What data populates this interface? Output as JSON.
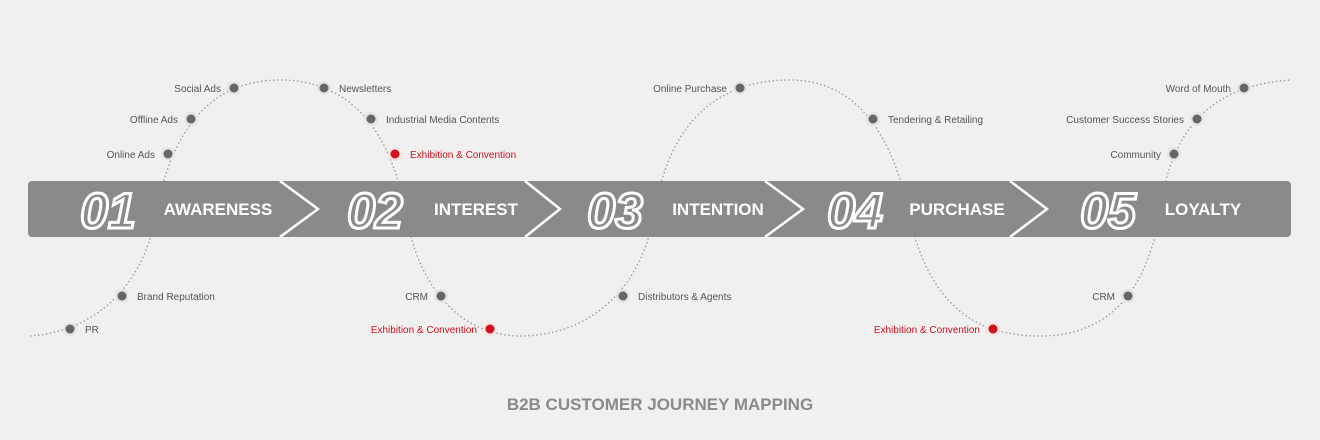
{
  "title": "B2B CUSTOMER JOURNEY MAPPING",
  "colors": {
    "banner": "#8a8a8a",
    "dot": "#666666",
    "highlight": "#d0111b",
    "background": "#f0f0f0"
  },
  "stages": [
    {
      "number": "01",
      "label": "AWARENESS"
    },
    {
      "number": "02",
      "label": "INTEREST"
    },
    {
      "number": "03",
      "label": "INTENTION"
    },
    {
      "number": "04",
      "label": "PURCHASE"
    },
    {
      "number": "05",
      "label": "LOYALTY"
    }
  ],
  "touchpoints": [
    {
      "label": "PR",
      "highlight": false
    },
    {
      "label": "Brand Reputation",
      "highlight": false
    },
    {
      "label": "Online Ads",
      "highlight": false
    },
    {
      "label": "Offline Ads",
      "highlight": false
    },
    {
      "label": "Social Ads",
      "highlight": false
    },
    {
      "label": "Newsletters",
      "highlight": false
    },
    {
      "label": "Industrial Media Contents",
      "highlight": false
    },
    {
      "label": "Exhibition & Convention",
      "highlight": true
    },
    {
      "label": "CRM",
      "highlight": false
    },
    {
      "label": "Exhibition & Convention",
      "highlight": true
    },
    {
      "label": "Distributors & Agents",
      "highlight": false
    },
    {
      "label": "Online Purchase",
      "highlight": false
    },
    {
      "label": "Tendering & Retailing",
      "highlight": false
    },
    {
      "label": "Exhibition & Convention",
      "highlight": true
    },
    {
      "label": "CRM",
      "highlight": false
    },
    {
      "label": "Community",
      "highlight": false
    },
    {
      "label": "Customer Success Stories",
      "highlight": false
    },
    {
      "label": "Word of Mouth",
      "highlight": false
    }
  ]
}
